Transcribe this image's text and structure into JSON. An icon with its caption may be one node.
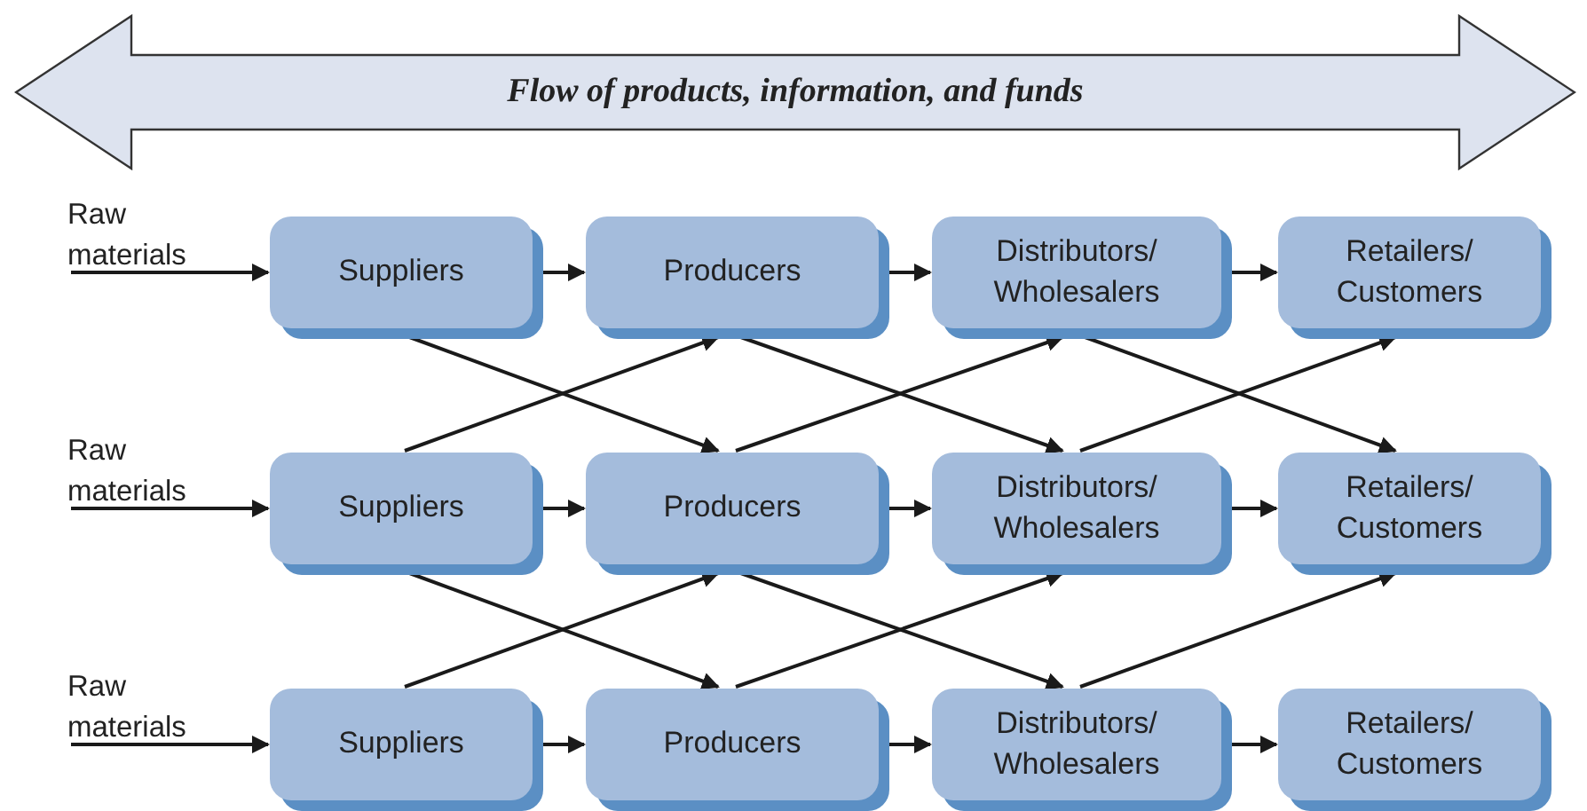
{
  "diagram": {
    "nodes": [
      {
        "text": [
          "Flow of products, information, and funds"
        ]
      },
      {
        "text": [
          "Raw materials"
        ]
      },
      {
        "text": [
          "Suppliers"
        ]
      },
      {
        "text": [
          "Producers"
        ]
      },
      {
        "text": [
          "Distributors/ Wholesalers"
        ]
      },
      {
        "text": [
          "Retailers/ Customers"
        ]
      },
      {
        "text": [
          "Raw materials"
        ]
      },
      {
        "text": [
          "Suppliers"
        ]
      },
      {
        "text": [
          "Producers"
        ]
      },
      {
        "text": [
          "Distributors/ Wholesalers"
        ]
      },
      {
        "text": [
          "Retailers/ Customers"
        ]
      },
      {
        "text": [
          "Raw materials"
        ]
      },
      {
        "text": [
          "Suppliers"
        ]
      },
      {
        "text": [
          "Producers"
        ]
      },
      {
        "text": [
          "Distributors/ Wholesalers"
        ]
      },
      {
        "text": [
          "Retailers/ Customers"
        ]
      }
    ],
    "edges": [
      {
        "from": 1,
        "to": 2,
        "arrow": "to"
      },
      {
        "from": 2,
        "to": 3,
        "arrow": "to"
      },
      {
        "from": 3,
        "to": 4,
        "arrow": "to"
      },
      {
        "from": 4,
        "to": 5,
        "arrow": "to"
      },
      {
        "from": 6,
        "to": 7,
        "arrow": "to"
      },
      {
        "from": 7,
        "to": 8,
        "arrow": "to"
      },
      {
        "from": 8,
        "to": 9,
        "arrow": "to"
      },
      {
        "from": 9,
        "to": 10,
        "arrow": "to"
      },
      {
        "from": 11,
        "to": 12,
        "arrow": "to"
      },
      {
        "from": 12,
        "to": 13,
        "arrow": "to"
      },
      {
        "from": 13,
        "to": 14,
        "arrow": "to"
      },
      {
        "from": 14,
        "to": 15,
        "arrow": "to"
      },
      {
        "from": 2,
        "to": 8,
        "arrow": "to"
      },
      {
        "from": 7,
        "to": 3,
        "arrow": "to"
      },
      {
        "from": 7,
        "to": 13,
        "arrow": "to"
      },
      {
        "from": 12,
        "to": 8,
        "arrow": "to"
      },
      {
        "from": 3,
        "to": 9,
        "arrow": "to"
      },
      {
        "from": 8,
        "to": 4,
        "arrow": "to"
      },
      {
        "from": 8,
        "to": 14,
        "arrow": "to"
      },
      {
        "from": 13,
        "to": 9,
        "arrow": "to"
      },
      {
        "from": 4,
        "to": 10,
        "arrow": "to"
      },
      {
        "from": 9,
        "to": 5,
        "arrow": "to"
      },
      {
        "from": 14,
        "to": 10,
        "arrow": "to"
      }
    ]
  }
}
